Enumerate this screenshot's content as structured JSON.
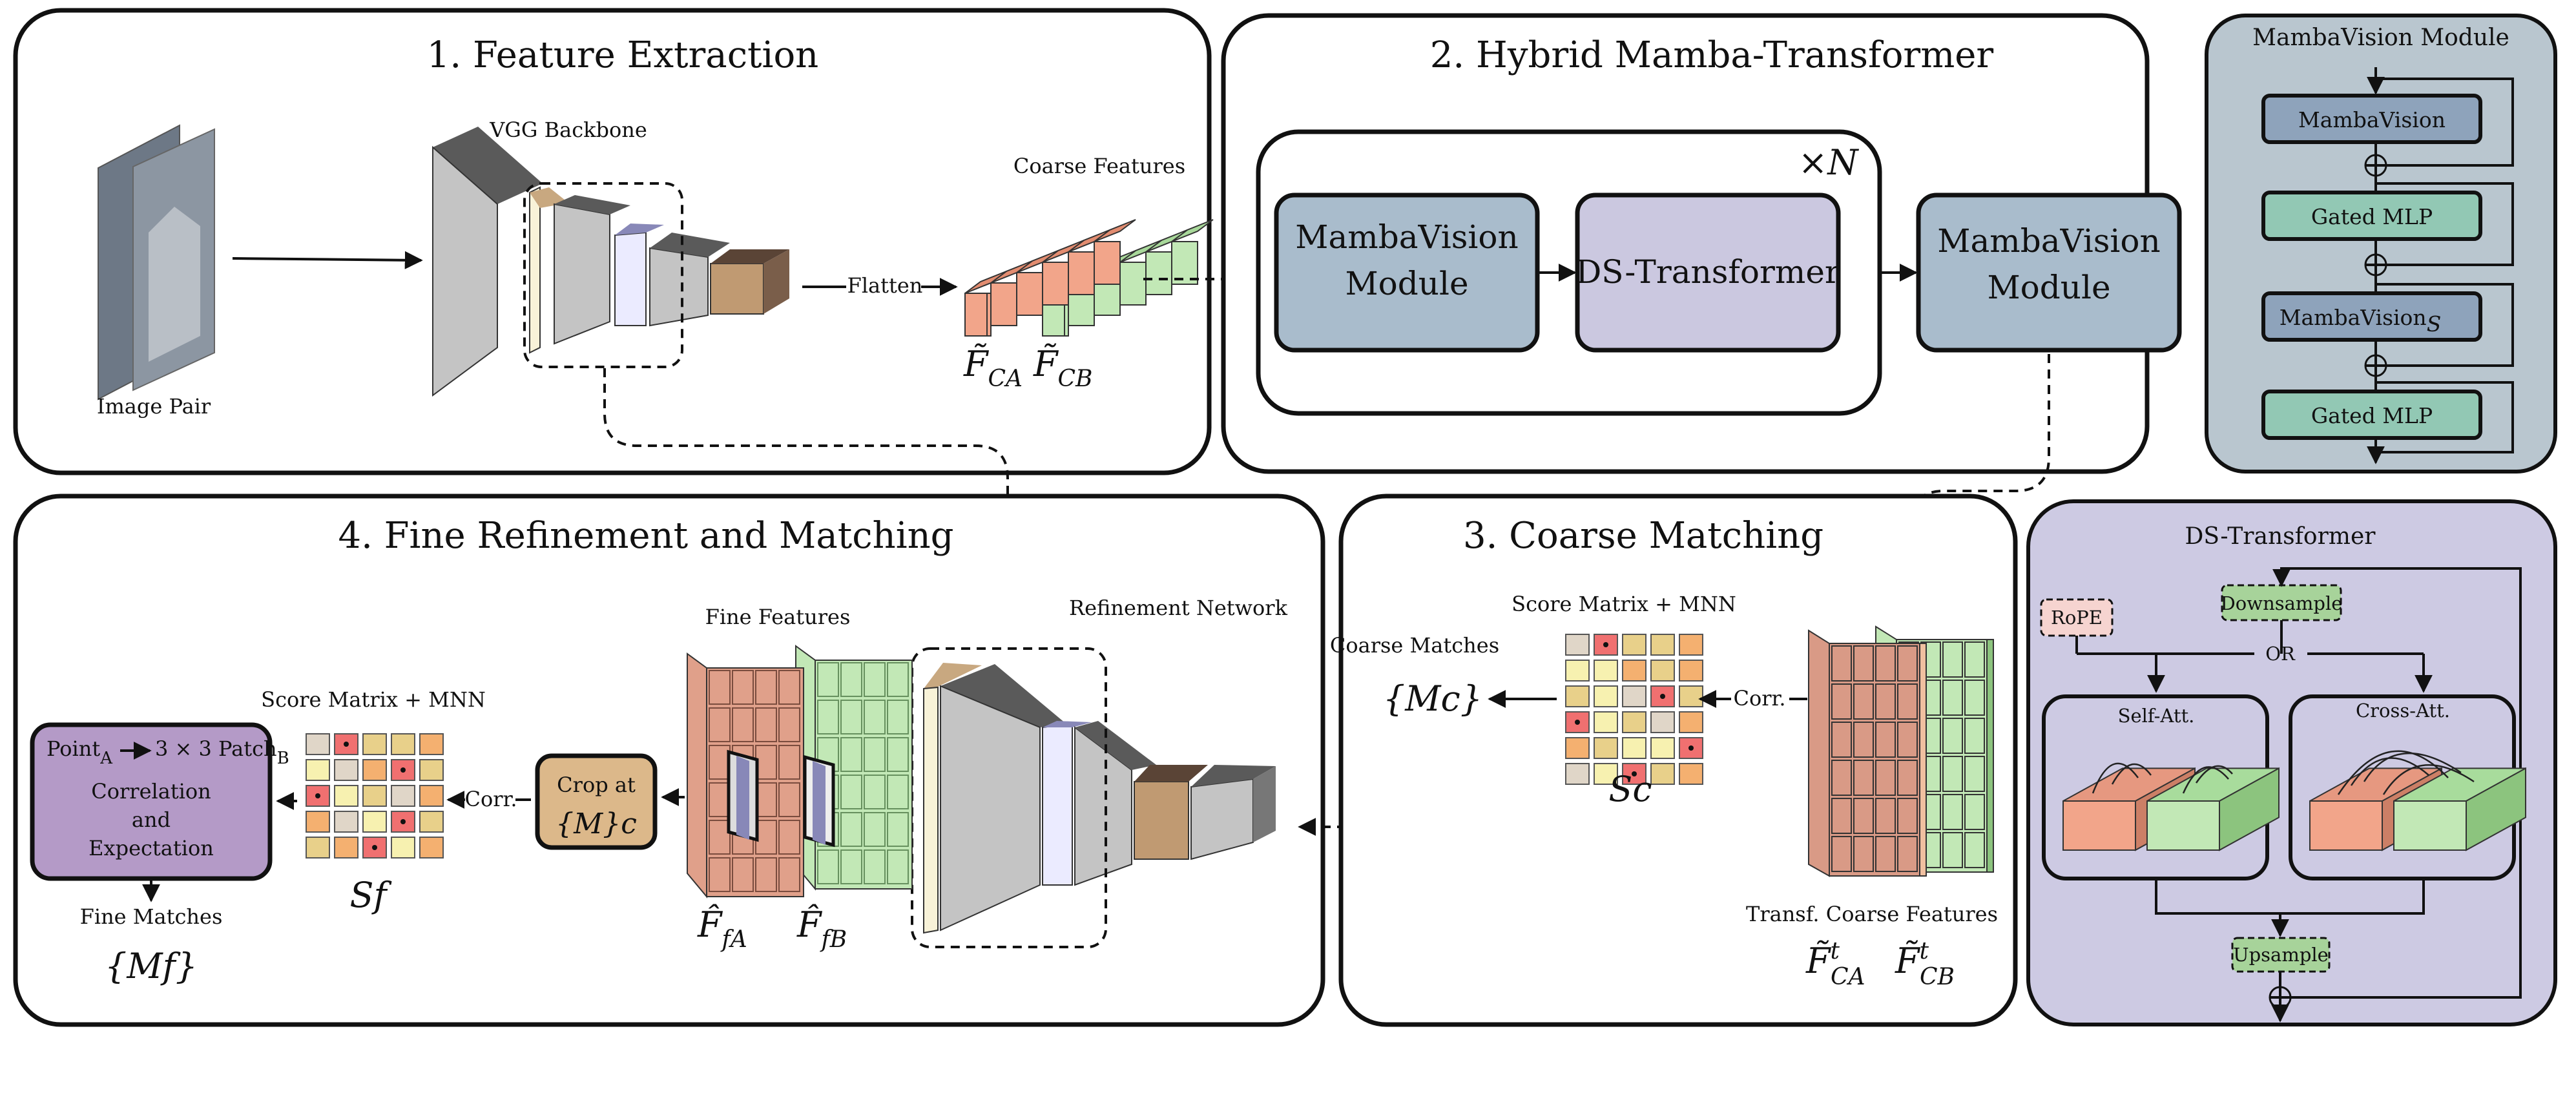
{
  "panels": {
    "p1": {
      "title": "1. Feature Extraction"
    },
    "p2": {
      "title": "2. Hybrid Mamba-Transformer"
    },
    "p3": {
      "title": "3. Coarse Matching"
    },
    "p4": {
      "title": "4. Fine Refinement and Matching"
    },
    "mv": {
      "title": "MambaVision Module"
    },
    "ds": {
      "title": "DS-Transformer"
    }
  },
  "p1": {
    "image_pair": "Image Pair",
    "vgg": "VGG Backbone",
    "coarse_features": "Coarse Features",
    "flatten": "Flatten",
    "fca": "F̃",
    "fca_sub": "CA",
    "fcb": "F̃",
    "fcb_sub": "CB"
  },
  "p2": {
    "repeat": "×N",
    "mv_module_line1": "MambaVision",
    "mv_module_line2": "Module",
    "ds_transformer": "DS-Transformer",
    "mv_out_line1": "MambaVision",
    "mv_out_line2": "Module"
  },
  "mv_stack": {
    "block1": "MambaVision",
    "block2": "Gated MLP",
    "block3": "MambaVision",
    "block3_sub": "S",
    "block4": "Gated MLP"
  },
  "p3": {
    "score_matrix": "Score Matrix + MNN",
    "coarse_matches": "Coarse Matches",
    "mc": "{Mc}",
    "corr": "Corr.",
    "sc": "Sc",
    "transf_features": "Transf. Coarse Features",
    "fta": "F̃",
    "fta_sub": "CA",
    "ftb": "F̃",
    "ftb_sub": "CB",
    "t": "t"
  },
  "p4": {
    "refinement": "Refinement Network",
    "fine_features": "Fine Features",
    "score_matrix": "Score Matrix + MNN",
    "crop_line1": "Crop at",
    "crop_line2": "{M}c",
    "corr": "Corr.",
    "sf": "Sf",
    "point_a": "Point",
    "point_a_sub": "A",
    "patch": "3 × 3 Patch",
    "patch_sub": "B",
    "correlation": "Correlation",
    "and": "and",
    "expectation": "Expectation",
    "fine_matches": "Fine Matches",
    "mf": "{Mf}",
    "ffa": "F̂",
    "ffa_sub": "fA",
    "ffb": "F̂",
    "ffb_sub": "fB"
  },
  "ds": {
    "rope": "RoPE",
    "downsample": "Downsample",
    "or": "OR",
    "self_att": "Self-Att.",
    "cross_att": "Cross-Att.",
    "upsample": "Upsample"
  },
  "colors": {
    "mamba_blue": "#a9bccc",
    "mamba_panel": "#b9c6cf",
    "ds_lavender": "#cbc8e0",
    "ds_panel": "#cdcae3",
    "gated_green": "#92c8b4",
    "coarse_red": "#f2a58a",
    "coarse_green": "#b6e3b0",
    "crop_tan": "#dcb88a",
    "purple_box": "#b49ac7"
  },
  "score_matrix_coarse": [
    [
      "#e0d6c8",
      "#f07070",
      "#e8d08a",
      "#e8d08a",
      "#f4b070"
    ],
    [
      "#f7f1b0",
      "#f7f1b0",
      "#f4b070",
      "#e8d08a",
      "#f4b070"
    ],
    [
      "#e8d08a",
      "#f7f1b0",
      "#e0d6c8",
      "#f07070",
      "#e8d08a"
    ],
    [
      "#f07070",
      "#f7f1b0",
      "#e8d08a",
      "#e0d6c8",
      "#f4b070"
    ],
    [
      "#f4b070",
      "#e8d08a",
      "#f7f1b0",
      "#f7f1b0",
      "#f07070"
    ],
    [
      "#e0d6c8",
      "#f7f1b0",
      "#f07070",
      "#e8d08a",
      "#f4b070"
    ]
  ],
  "score_matrix_fine": [
    [
      "#e0d6c8",
      "#f07070",
      "#e8d08a",
      "#e8d08a",
      "#f4b070"
    ],
    [
      "#f7f1b0",
      "#e0d6c8",
      "#f4b070",
      "#f07070",
      "#e8d08a"
    ],
    [
      "#f07070",
      "#f7f1b0",
      "#e8d08a",
      "#e0d6c8",
      "#f4b070"
    ],
    [
      "#f4b070",
      "#e0d6c8",
      "#f7f1b0",
      "#f07070",
      "#e8d08a"
    ],
    [
      "#e8d08a",
      "#f4b070",
      "#f07070",
      "#f7f1b0",
      "#f4b070"
    ]
  ]
}
